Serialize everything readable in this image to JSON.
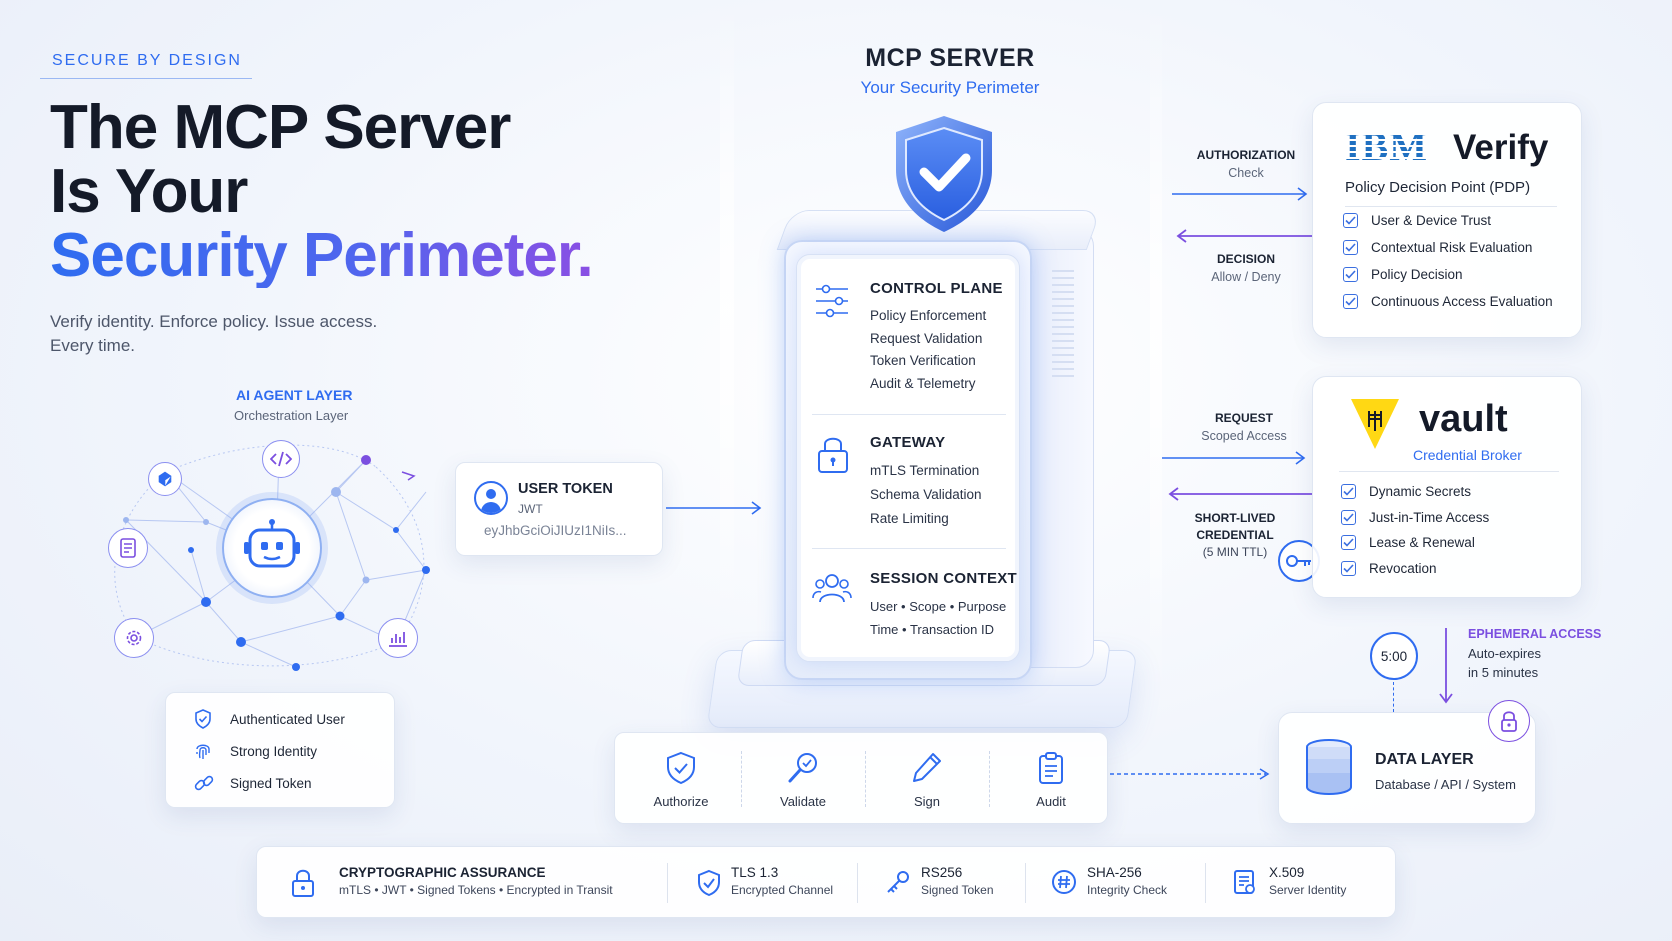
{
  "hero": {
    "eyebrow": "SECURE BY DESIGN",
    "title_line1": "The MCP Server",
    "title_line2": "Is Your",
    "title_line3": "Security Perimeter.",
    "tagline_line1": "Verify identity. Enforce policy. Issue access.",
    "tagline_line2": "Every time."
  },
  "agent": {
    "title": "AI AGENT LAYER",
    "subtitle": "Orchestration Layer",
    "badges": [
      {
        "label": "Authenticated User",
        "icon": "shield-check-icon"
      },
      {
        "label": "Strong Identity",
        "icon": "fingerprint-icon"
      },
      {
        "label": "Signed Token",
        "icon": "link-icon"
      }
    ]
  },
  "token": {
    "title": "USER TOKEN",
    "type": "JWT",
    "value": "eyJhbGciOiJIUzI1NiIs..."
  },
  "server": {
    "title": "MCP SERVER",
    "subtitle": "Your Security Perimeter",
    "control": {
      "title": "CONTROL PLANE",
      "items": [
        "Policy Enforcement",
        "Request Validation",
        "Token Verification",
        "Audit & Telemetry"
      ]
    },
    "gateway": {
      "title": "GATEWAY",
      "items": [
        "mTLS Termination",
        "Schema Validation",
        "Rate Limiting"
      ]
    },
    "session": {
      "title": "SESSION CONTEXT",
      "line1": "User • Scope • Purpose",
      "line2": "Time • Transaction ID"
    }
  },
  "actions": [
    "Authorize",
    "Validate",
    "Sign",
    "Audit"
  ],
  "flows": {
    "auth_title": "AUTHORIZATION",
    "auth_sub": "Check",
    "decision_title": "DECISION",
    "decision_sub": "Allow / Deny",
    "request_title": "REQUEST",
    "request_sub": "Scoped Access",
    "cred_line1": "SHORT-LIVED",
    "cred_line2": "CREDENTIAL",
    "cred_line3": "(5 MIN TTL)"
  },
  "ibm": {
    "logo": "IBM",
    "product": "Verify",
    "subtitle": "Policy Decision Point (PDP)",
    "items": [
      "User & Device Trust",
      "Contextual Risk Evaluation",
      "Policy Decision",
      "Continuous Access Evaluation"
    ]
  },
  "vault": {
    "product": "vault",
    "subtitle": "Credential Broker",
    "items": [
      "Dynamic Secrets",
      "Just-in-Time Access",
      "Lease & Renewal",
      "Revocation"
    ]
  },
  "ephemeral": {
    "timer": "5:00",
    "title": "EPHEMERAL ACCESS",
    "line1": "Auto-expires",
    "line2": "in 5 minutes"
  },
  "data_layer": {
    "title": "DATA LAYER",
    "subtitle": "Database / API / System"
  },
  "strip": [
    {
      "title": "CRYPTOGRAPHIC ASSURANCE",
      "sub": "mTLS  •  JWT  •  Signed Tokens  •  Encrypted in Transit",
      "icon": "lock-icon"
    },
    {
      "title": "TLS 1.3",
      "sub": "Encrypted Channel",
      "icon": "shield-check-icon"
    },
    {
      "title": "RS256",
      "sub": "Signed Token",
      "icon": "key-icon"
    },
    {
      "title": "SHA-256",
      "sub": "Integrity Check",
      "icon": "hash-icon"
    },
    {
      "title": "X.509",
      "sub": "Server Identity",
      "icon": "certificate-icon"
    }
  ],
  "colors": {
    "blue": "#2f6cf0",
    "purple": "#7b4fe0",
    "ink": "#141a28"
  }
}
